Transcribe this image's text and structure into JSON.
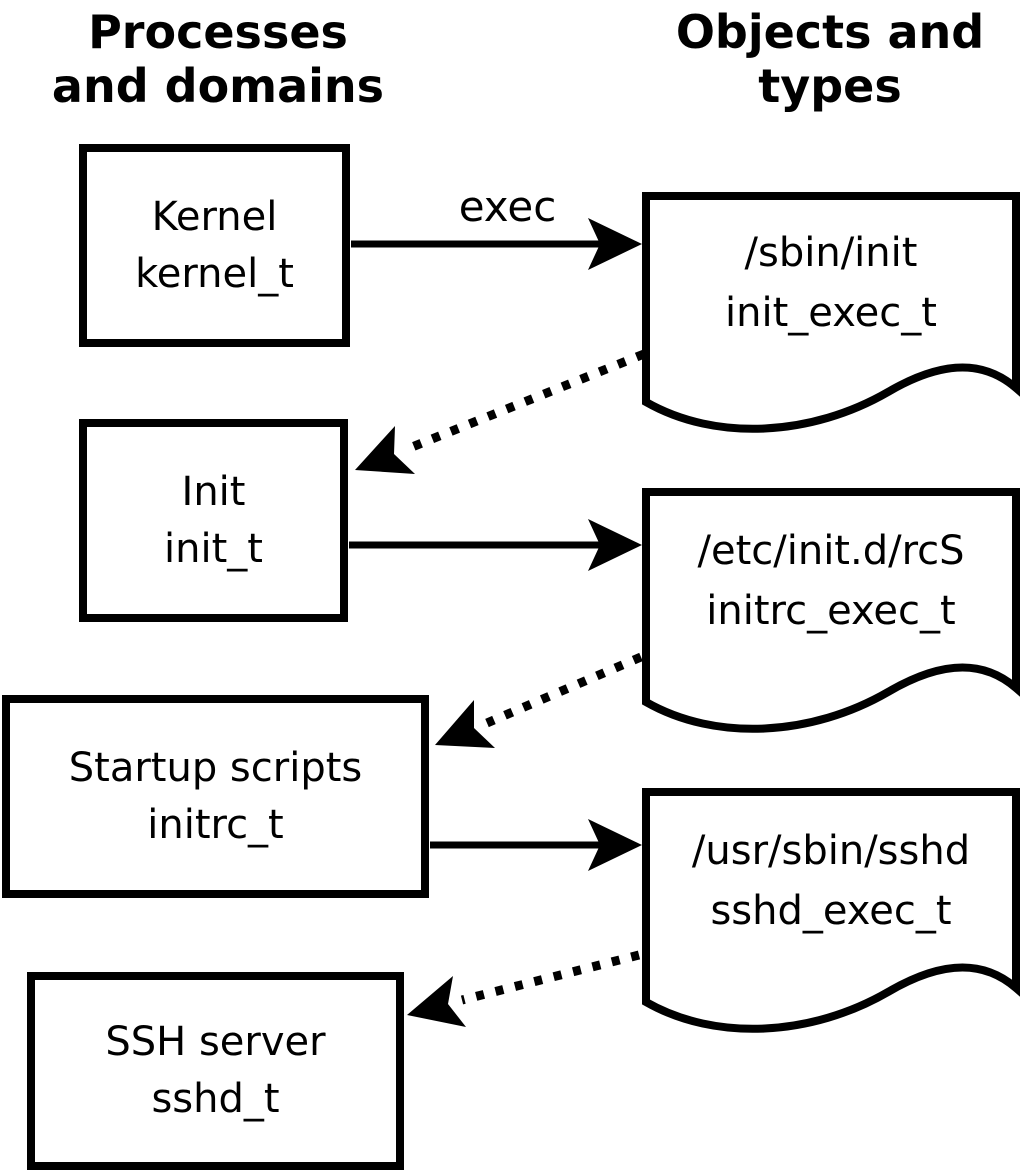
{
  "diagram": {
    "left_header": "Processes\nand domains",
    "right_header": "Objects and\ntypes",
    "exec_label": "exec",
    "processes": [
      {
        "name": "Kernel",
        "type": "kernel_t"
      },
      {
        "name": "Init",
        "type": "init_t"
      },
      {
        "name": "Startup scripts",
        "type": "initrc_t"
      },
      {
        "name": "SSH server",
        "type": "sshd_t"
      }
    ],
    "objects": [
      {
        "path": "/sbin/init",
        "type": "init_exec_t"
      },
      {
        "path": "/etc/init.d/rcS",
        "type": "initrc_exec_t"
      },
      {
        "path": "/usr/sbin/sshd",
        "type": "sshd_exec_t"
      }
    ],
    "colors": {
      "line": "#000000",
      "background": "#ffffff"
    }
  }
}
